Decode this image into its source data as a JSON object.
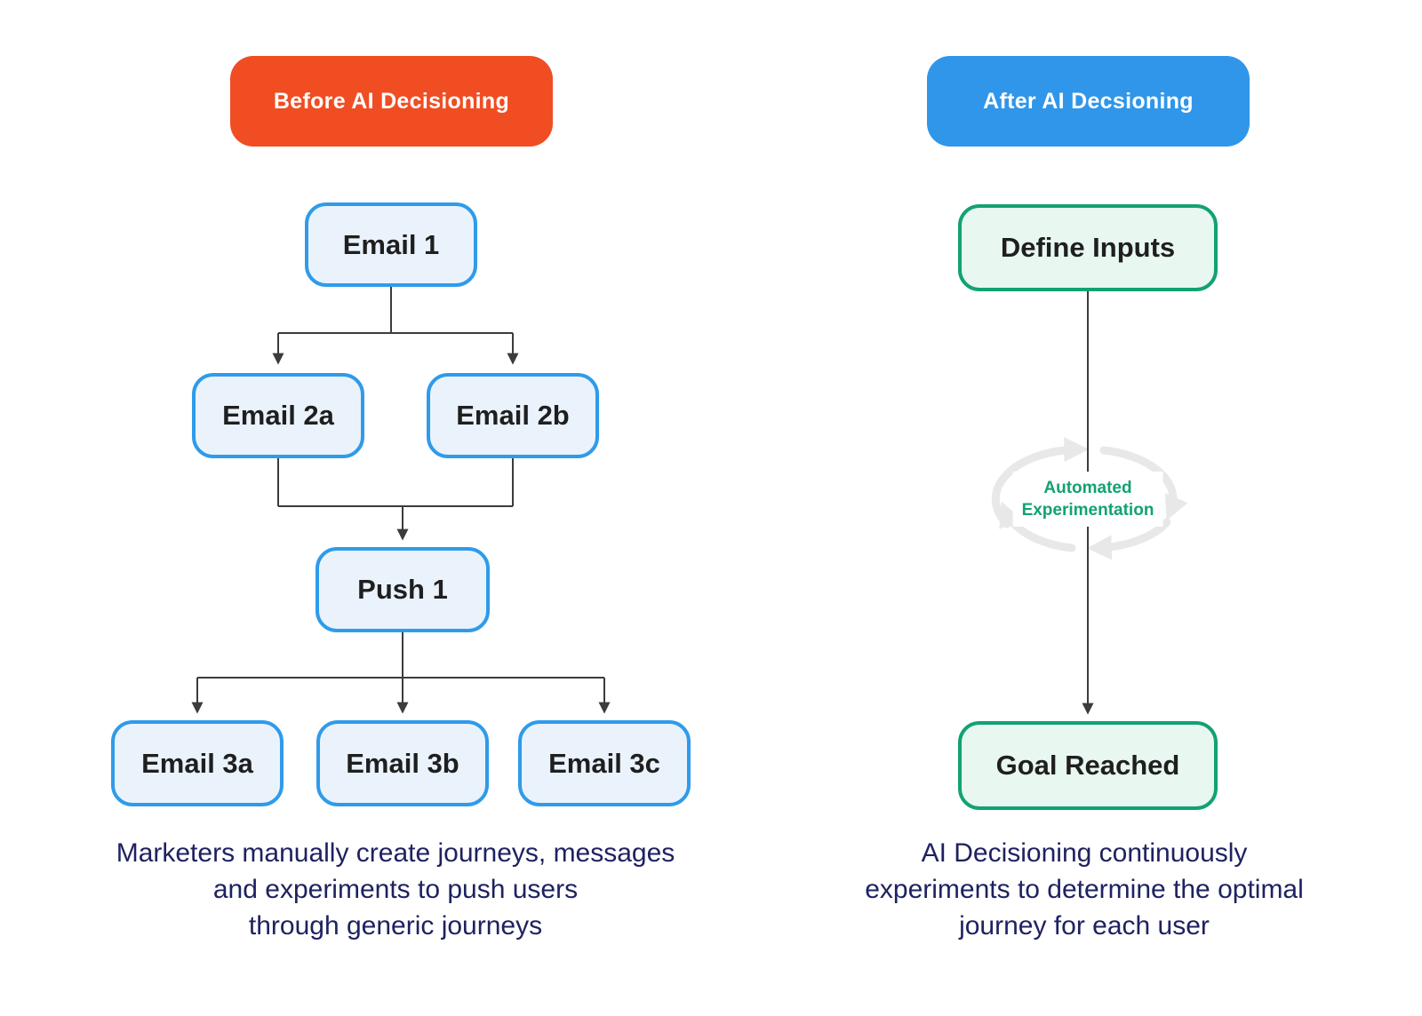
{
  "left_panel": {
    "header_label": "Before AI Decisioning",
    "nodes": {
      "email1": "Email 1",
      "email2a": "Email 2a",
      "email2b": "Email 2b",
      "push1": "Push 1",
      "email3a": "Email 3a",
      "email3b": "Email 3b",
      "email3c": "Email 3c"
    },
    "caption": [
      "Marketers manually create journeys, messages",
      "and experiments to push users",
      "through generic journeys"
    ]
  },
  "right_panel": {
    "header_label": "After AI Decsioning",
    "nodes": {
      "define_inputs": "Define Inputs",
      "goal_reached": "Goal Reached"
    },
    "loop_label": [
      "Automated",
      "Experimentation"
    ],
    "caption": [
      "AI Decisioning continuously",
      "experiments to determine the optimal",
      "journey for each user"
    ]
  },
  "colors": {
    "before_badge_bg": "#F04D23",
    "after_badge_bg": "#3096E9",
    "blue_node_border": "#2F9BEA",
    "blue_node_fill": "#EAF3FC",
    "green_node_border": "#12A273",
    "green_node_fill": "#E9F7F1",
    "loop_text": "#12A273",
    "loop_arrows": "#E8E8E8",
    "caption_text": "#1E2260",
    "node_text": "#1F1F1F",
    "connector": "#3C3C3C"
  }
}
